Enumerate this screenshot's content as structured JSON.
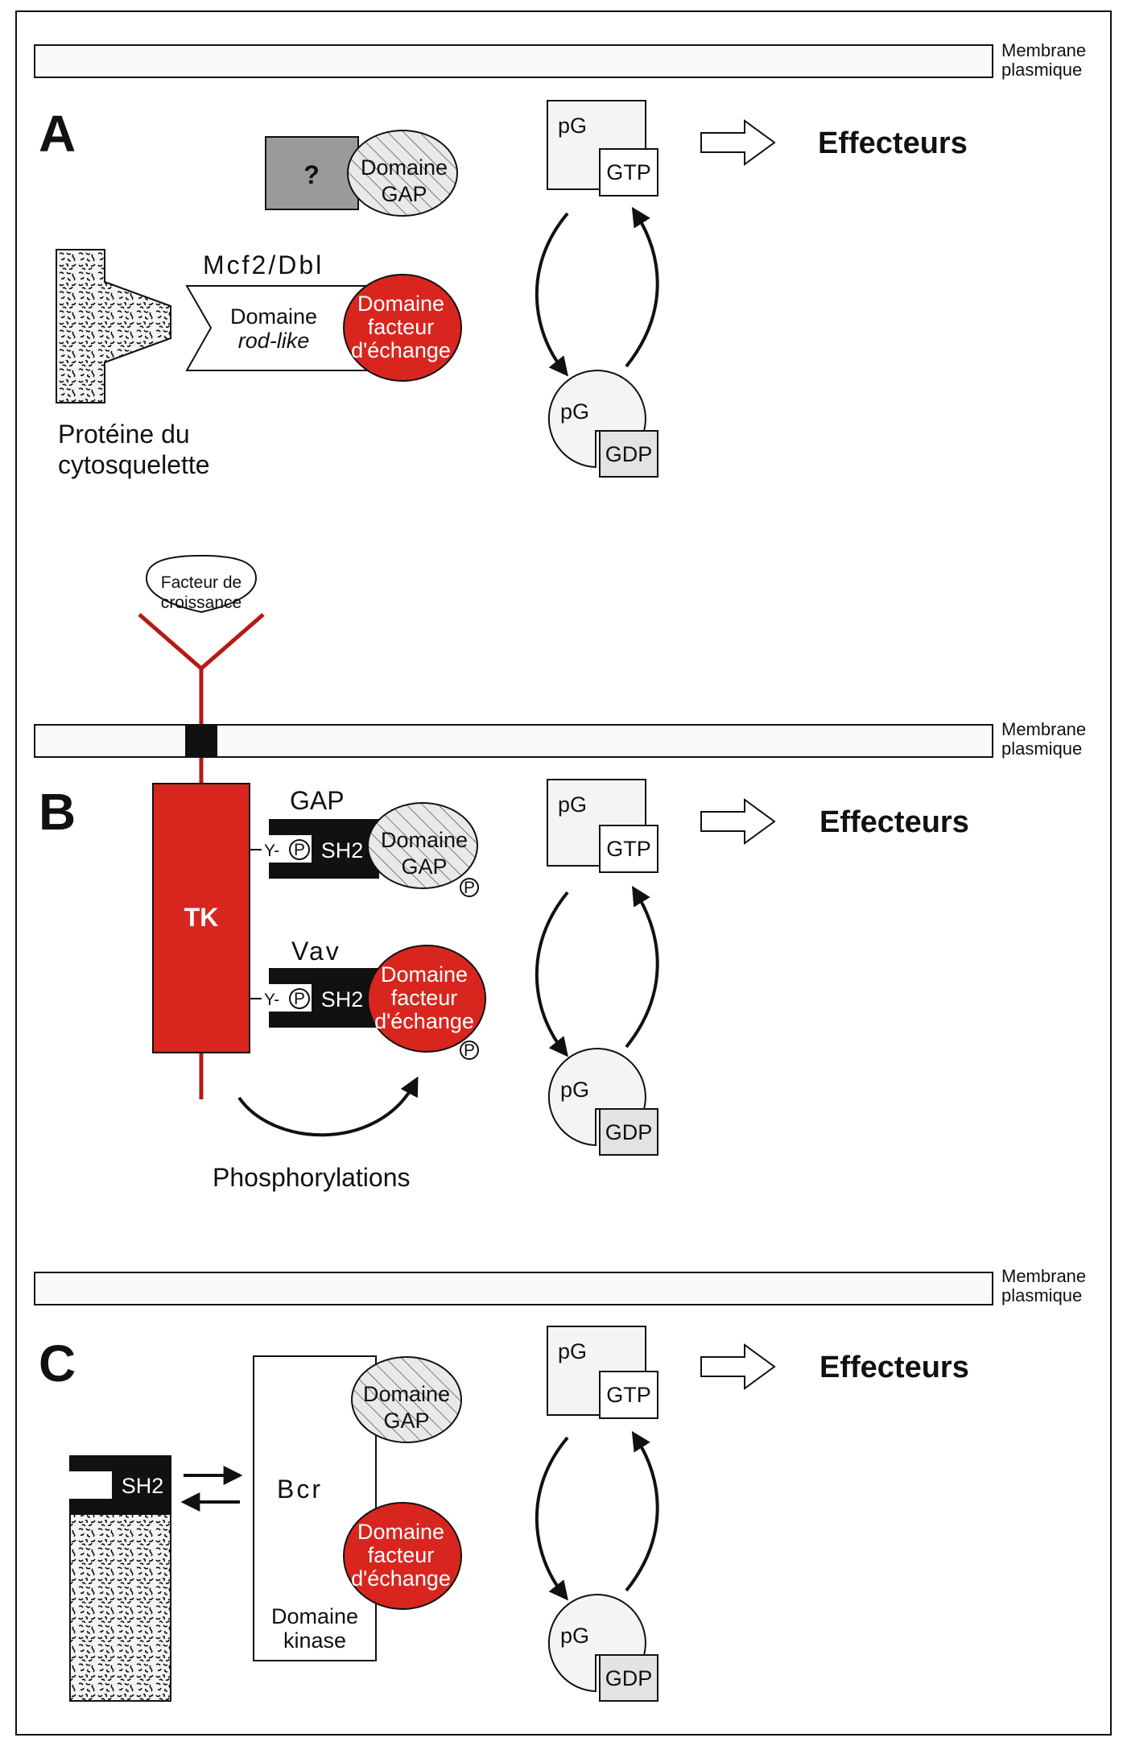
{
  "colors": {
    "red": "#d8261f",
    "dark_red": "#b51a14",
    "black": "#111111",
    "gray": "#9a9a9a",
    "light_gray": "#e3e3e3"
  },
  "membrane": {
    "line1": "Membrane",
    "line2": "plasmique"
  },
  "effecteurs": "Effecteurs",
  "pg": {
    "pg": "pG",
    "gtp": "GTP",
    "gdp": "GDP"
  },
  "panel_a": {
    "letter": "A",
    "unknown": "?",
    "gap_l1": "Domaine",
    "gap_l2": "GAP",
    "protein_name": "Mcf2/Dbl",
    "rod_l1": "Domaine",
    "rod_l2": "rod-like",
    "gef_l1": "Domaine",
    "gef_l2": "facteur",
    "gef_l3": "d'échange",
    "cyto_l1": "Protéine du",
    "cyto_l2": "cytosquelette"
  },
  "panel_b": {
    "letter": "B",
    "growth_l1": "Facteur de",
    "growth_l2": "croissance",
    "tk": "TK",
    "gap_name": "GAP",
    "vav_name": "Vav",
    "y": "Y-",
    "p": "P",
    "sh2": "SH2",
    "gap_l1": "Domaine",
    "gap_l2": "GAP",
    "gef_l1": "Domaine",
    "gef_l2": "facteur",
    "gef_l3": "d'échange",
    "phospho": "Phosphorylations"
  },
  "panel_c": {
    "letter": "C",
    "sh2": "SH2",
    "bcr": "Bcr",
    "gap_l1": "Domaine",
    "gap_l2": "GAP",
    "gef_l1": "Domaine",
    "gef_l2": "facteur",
    "gef_l3": "d'échange",
    "kinase_l1": "Domaine",
    "kinase_l2": "kinase"
  }
}
